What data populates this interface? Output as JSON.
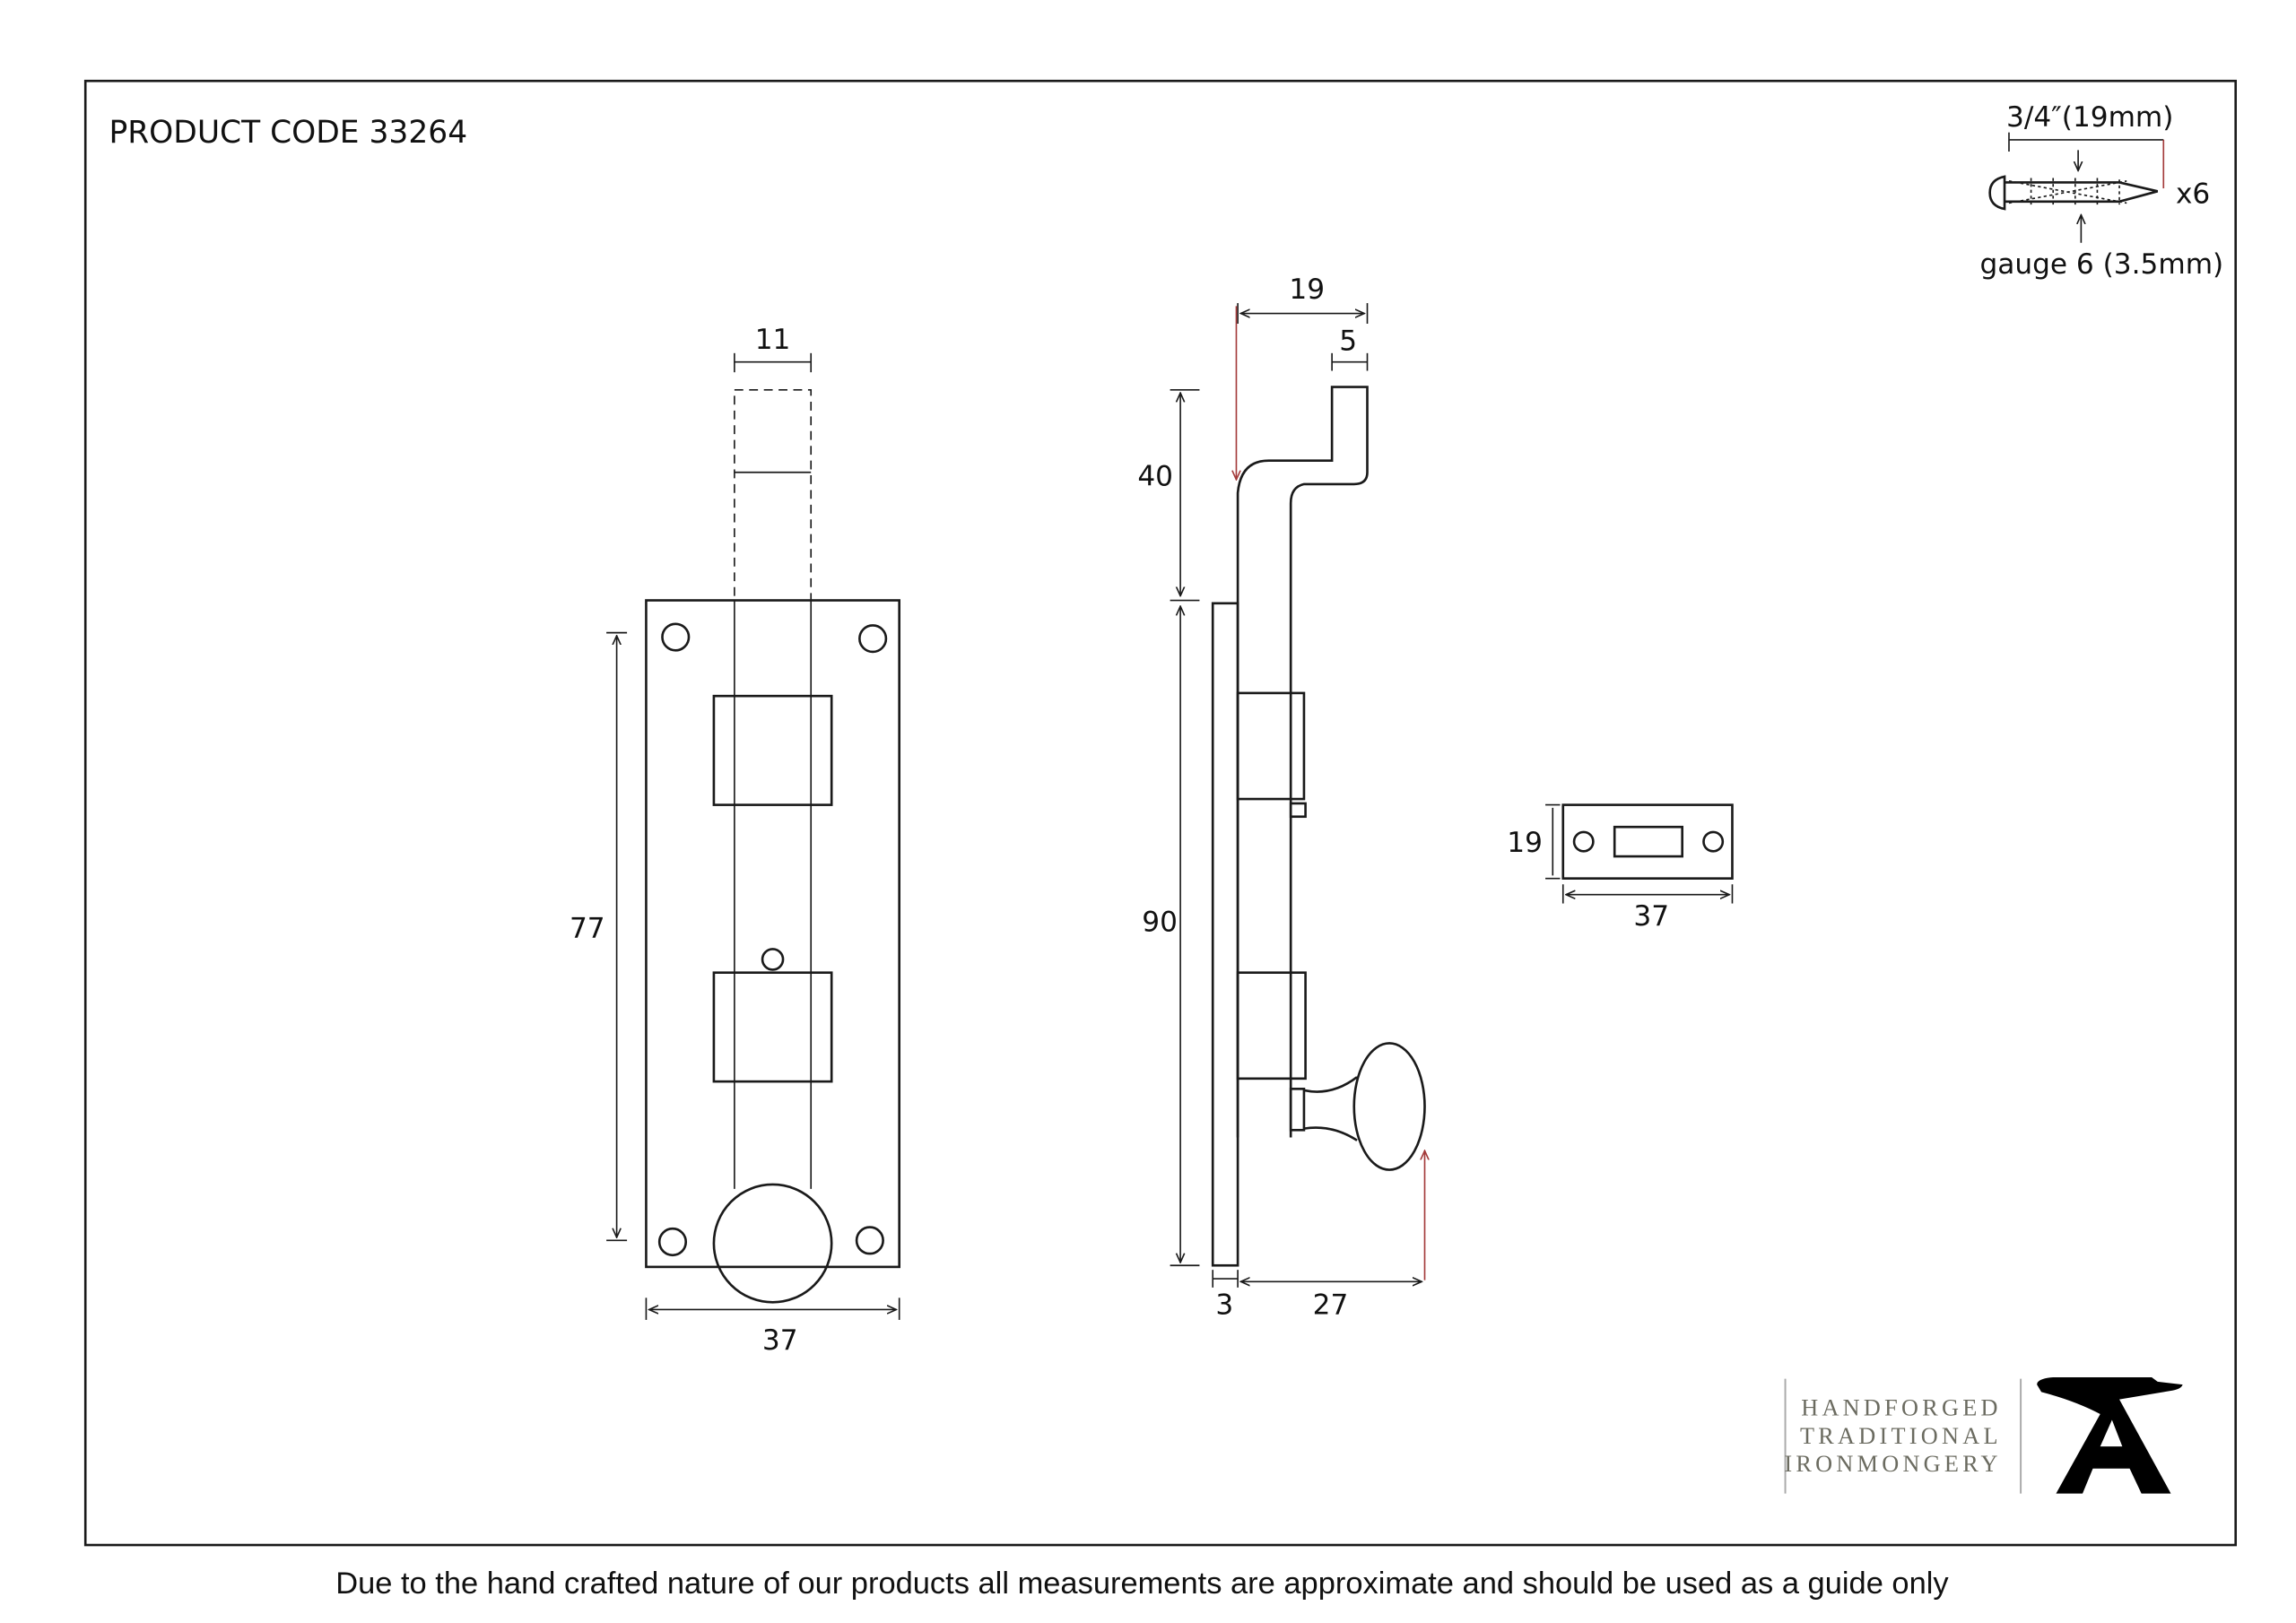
{
  "title": "PRODUCT CODE 33264",
  "footer": "Due to the hand crafted nature of our products all measurements are approximate and should be used as a guide only",
  "front_view": {
    "bolt_width": "11",
    "fixing_centres": "77",
    "plate_width": "37"
  },
  "side_view": {
    "throw": "19",
    "hook_width": "5",
    "hook_height": "40",
    "plate_height": "90",
    "plate_thickness": "3",
    "knob_projection": "27"
  },
  "keeper": {
    "height": "19",
    "width": "37"
  },
  "screws": {
    "length": "3/4″(19mm)",
    "quantity": "x6",
    "gauge": "gauge 6 (3.5mm)"
  },
  "logo": {
    "line1": "HANDFORGED",
    "line2": "TRADITIONAL",
    "line3": "IRONMONGERY"
  },
  "colors": {
    "line": "#1a1a1a",
    "accent": "#a33a3a",
    "logo_text": "#6b6b60"
  }
}
